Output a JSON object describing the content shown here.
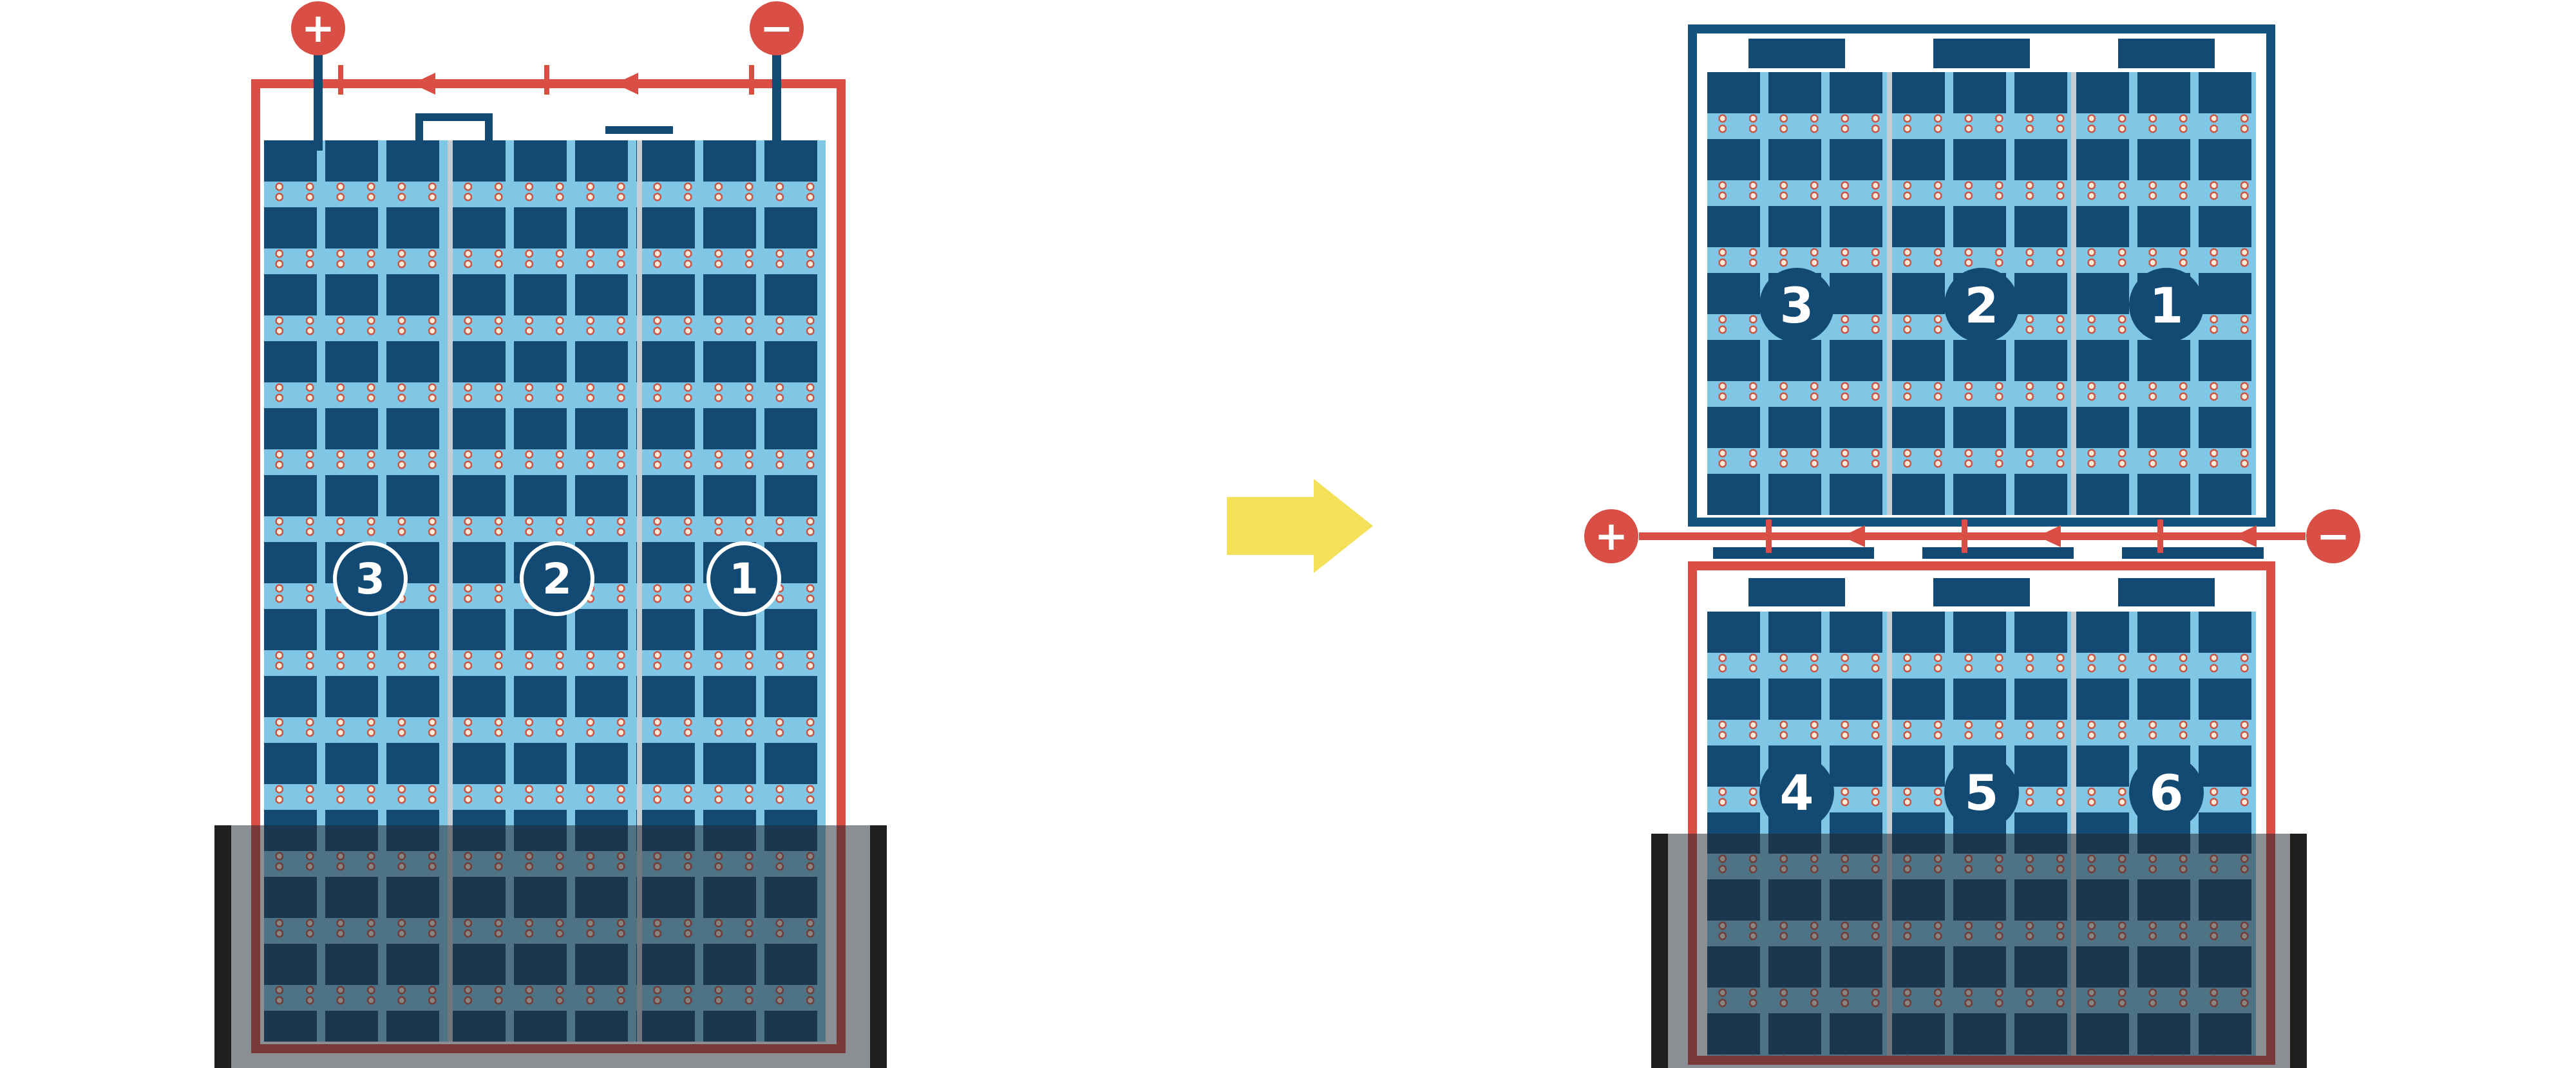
{
  "left_module": {
    "positive_terminal": "+",
    "negative_terminal": "−",
    "strings": [
      "3",
      "2",
      "1"
    ]
  },
  "right_top_module": {
    "strings": [
      "3",
      "2",
      "1"
    ]
  },
  "right_bottom_module": {
    "strings": [
      "4",
      "5",
      "6"
    ]
  },
  "junction": {
    "positive_terminal": "+",
    "negative_terminal": "−"
  },
  "colors": {
    "frame_red": "#d94f46",
    "frame_navy": "#15537f",
    "cell_navy": "#134a73",
    "panel_light_blue": "#7fc7e4",
    "column_divider_gray": "#c6ced4",
    "transform_arrow_yellow": "#f5e05a",
    "shade_overlay": "rgba(33,39,46,0.52)",
    "shade_edge_black": "#1f201e",
    "dot_cream": "#f8ecd9",
    "dot_ring_red": "#c8574a",
    "terminal_red": "#d94f46"
  }
}
